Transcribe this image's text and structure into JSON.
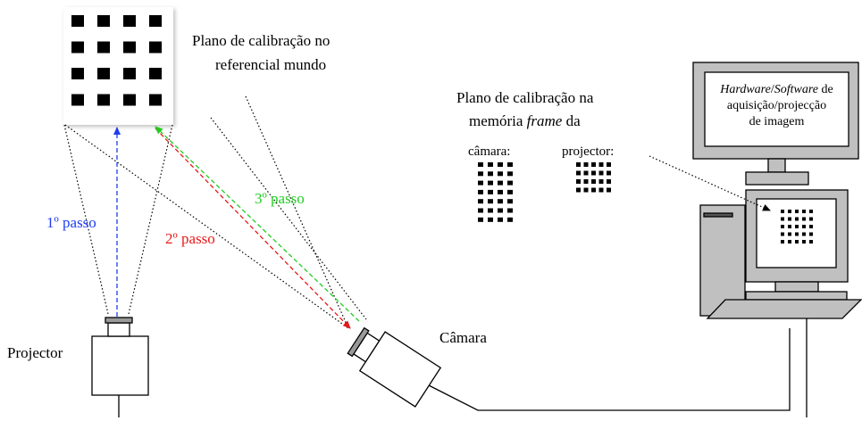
{
  "labels": {
    "world_plane_line1": "Plano de calibração no",
    "world_plane_line2": "referencial mundo",
    "frame_line1": "Plano de calibração na",
    "frame_line2_a": "memória ",
    "frame_line2_b": "frame",
    "frame_line2_c": " da",
    "camera_frame": "câmara:",
    "projector_frame": "projector:",
    "hw_line1_a": "Hardware",
    "hw_line1_b": "/",
    "hw_line1_c": "Software",
    "hw_line1_d": " de",
    "hw_line2": "aquisição/projecção",
    "hw_line3": "de imagem",
    "step1": "1º passo",
    "step2": "2º passo",
    "step3": "3º passo",
    "projector": "Projector",
    "camera": "Câmara"
  },
  "colors": {
    "step1": "#1f3df0",
    "step2": "#e81818",
    "step3": "#22cc22",
    "computer_gray": "#c0c0c0",
    "grid_square": "#000000"
  }
}
